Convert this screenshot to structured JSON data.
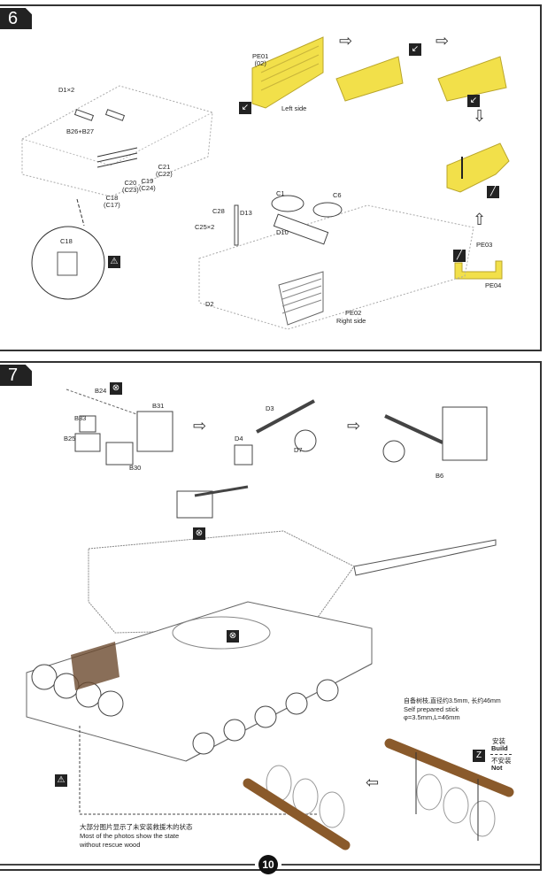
{
  "step6": {
    "number": "6",
    "labels": {
      "d1": "D1×2",
      "b26b27": "B26+B27",
      "c21": "C21\n(C22)",
      "c19": "C19\n(C24)",
      "c20": "C20\n(C23)",
      "c18": "C18\n(C17)",
      "c18_detail": "C18",
      "pe01": "PE01\n(02)",
      "left_side": "Left side",
      "c1": "C1",
      "c6": "C6",
      "c28": "C28",
      "d13": "D13",
      "c25": "C25×2",
      "d10": "D10",
      "d2": "D2",
      "pe02": "PE02",
      "right_side": "Right side",
      "pe03": "PE03",
      "pe04": "PE04"
    }
  },
  "step7": {
    "number": "7",
    "labels": {
      "b24": "B24",
      "b31": "B31",
      "b33": "B33",
      "b25": "B25",
      "b30": "B30",
      "d3": "D3",
      "d4": "D4",
      "d7": "D7",
      "b6": "B6"
    },
    "stick_note_cn": "自备树枝,直径约3.5mm, 长约46mm",
    "stick_note_en1": "Self prepared stick",
    "stick_note_en2": "φ=3.5mm,L=46mm",
    "build_cn": "安装",
    "build_en": "Build",
    "not_cn": "不安装",
    "not_en": "Not",
    "photo_note_cn": "大部分图片显示了未安装救援木的状态",
    "photo_note_en1": "Most of the photos show the state",
    "photo_note_en2": "without rescue wood"
  },
  "page_number": "10",
  "colors": {
    "pe_yellow": "#f2e04a",
    "wood": "#8a5a2b"
  }
}
